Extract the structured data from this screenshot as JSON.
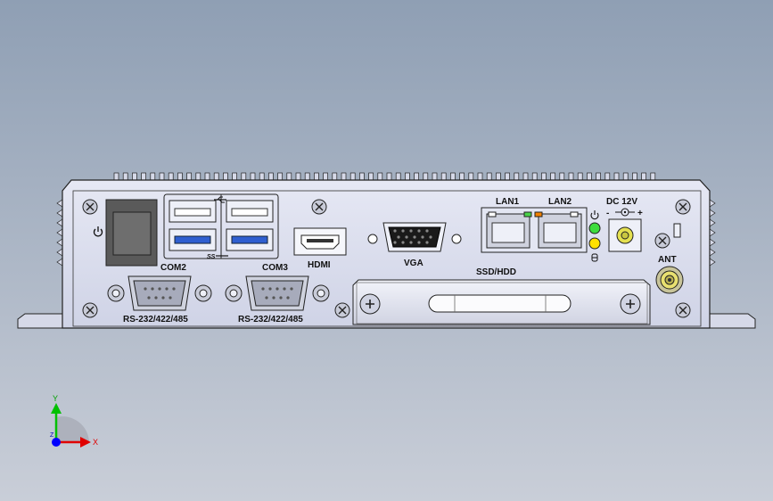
{
  "labels": {
    "com2": "COM2",
    "com3": "COM3",
    "rs_left": "RS-232/422/485",
    "rs_right": "RS-232/422/485",
    "hdmi": "HDMI",
    "vga": "VGA",
    "lan1": "LAN1",
    "lan2": "LAN2",
    "dc": "DC 12V",
    "ant": "ANT",
    "ssd": "SSD/HDD",
    "dc_minus": "-",
    "dc_plus": "+"
  },
  "icons": {
    "power_left": "power-icon",
    "usb": "usb-trident-icon",
    "usb_ss": "usb-superspeed-icon",
    "power_led": "power-icon",
    "hdd_led": "hdd-icon",
    "dc_polarity": "dc-polarity-icon"
  },
  "axis_triad": {
    "y": "Y",
    "x": "X",
    "z": "Z"
  },
  "colors": {
    "background_top": "#8f9fb4",
    "background_bottom": "#c9ced8",
    "panel": "#dfe2f2",
    "usb3_blue": "#2f5fd0",
    "led_green": "#3ddc3d",
    "led_yellow": "#ffe000",
    "axis_y": "#00c000",
    "axis_x": "#e00000",
    "axis_z": "#0000ff"
  }
}
